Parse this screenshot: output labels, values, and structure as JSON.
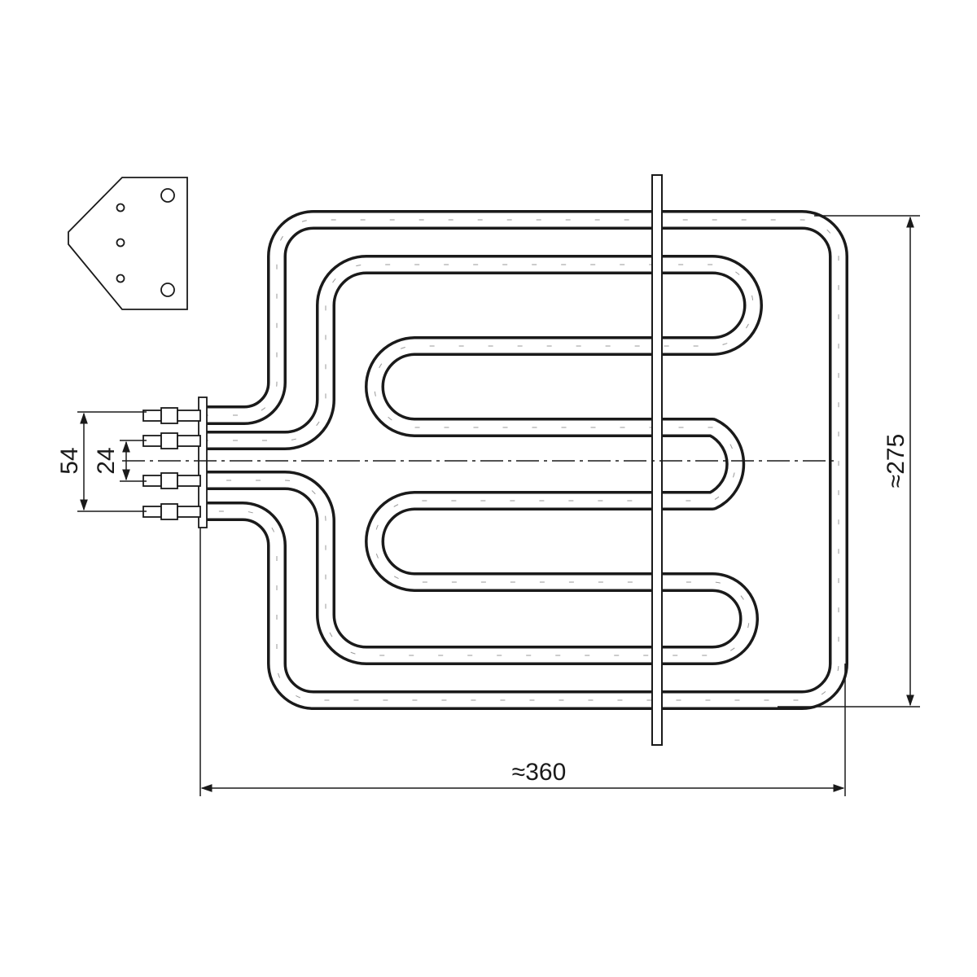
{
  "dimensions": {
    "width_label": "≈360",
    "height_label": "≈275",
    "outer_pitch_label": "54",
    "inner_pitch_label": "24"
  },
  "colors": {
    "line": "#1a1a1a",
    "background": "#ffffff"
  }
}
